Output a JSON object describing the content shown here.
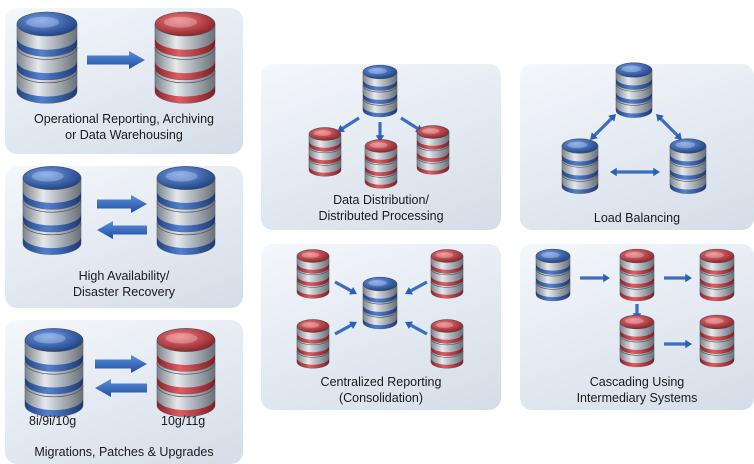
{
  "panels": {
    "reporting": {
      "caption_line1": "Operational Reporting, Archiving",
      "caption_line2": "or Data Warehousing"
    },
    "ha": {
      "caption_line1": "High Availability/",
      "caption_line2": "Disaster Recovery"
    },
    "migrations": {
      "left_label": "8i/9i/10g",
      "right_label": "10g/11g",
      "caption": "Migrations, Patches & Upgrades"
    },
    "distribution": {
      "caption_line1": "Data Distribution/",
      "caption_line2": "Distributed Processing"
    },
    "load_balancing": {
      "caption": "Load Balancing"
    },
    "centralized": {
      "caption_line1": "Centralized Reporting",
      "caption_line2": "(Consolidation)"
    },
    "cascading": {
      "caption_line1": "Cascading Using",
      "caption_line2": "Intermediary Systems"
    }
  },
  "colors": {
    "blue_db": "#2f5aa0",
    "red_db": "#c0353a",
    "arrow": "#3a6fc0",
    "panel": "#e3e9f1"
  }
}
